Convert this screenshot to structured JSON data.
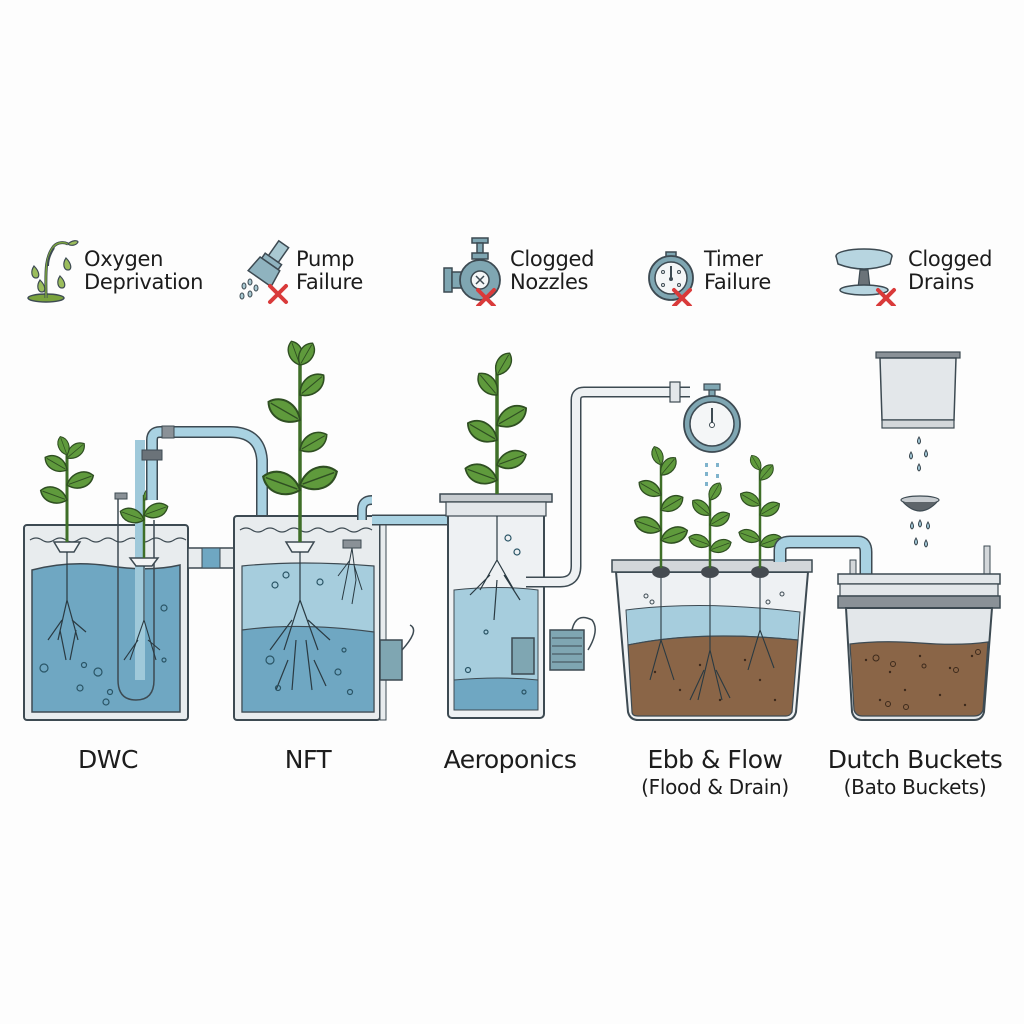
{
  "legend": {
    "items": [
      {
        "id": "oxygen",
        "icon": "wilting-plant-icon",
        "line1": "Oxygen",
        "line2": "Deprivation",
        "failure_mark": false
      },
      {
        "id": "pump",
        "icon": "spray-nozzle-icon",
        "line1": "Pump",
        "line2": "Failure",
        "failure_mark": true
      },
      {
        "id": "nozzles",
        "icon": "valve-pump-icon",
        "line1": "Clogged",
        "line2": "Nozzles",
        "failure_mark": true
      },
      {
        "id": "timer",
        "icon": "stopwatch-icon",
        "line1": "Timer",
        "line2": "Failure",
        "failure_mark": true
      },
      {
        "id": "drains",
        "icon": "drain-dish-icon",
        "line1": "Clogged",
        "line2": "Drains",
        "failure_mark": true
      }
    ]
  },
  "systems": [
    {
      "id": "dwc",
      "name": "DWC",
      "subtitle": ""
    },
    {
      "id": "nft",
      "name": "NFT",
      "subtitle": ""
    },
    {
      "id": "aeroponics",
      "name": "Aeroponics",
      "subtitle": ""
    },
    {
      "id": "ebb-flow",
      "name": "Ebb & Flow",
      "subtitle": "(Flood & Drain)"
    },
    {
      "id": "dutch-buckets",
      "name": "Dutch Buckets",
      "subtitle": "(Bato Buckets)"
    }
  ],
  "colors": {
    "water": "#7fb3cc",
    "water_light": "#b9d9e6",
    "outline": "#3d4a52",
    "leaf": "#5f9a3c",
    "leaf_dark": "#3f6f28",
    "soil": "#8a6547",
    "container": "#d9dde0",
    "failure_x": "#d93a3a",
    "pipe": "#a9d2e2"
  }
}
